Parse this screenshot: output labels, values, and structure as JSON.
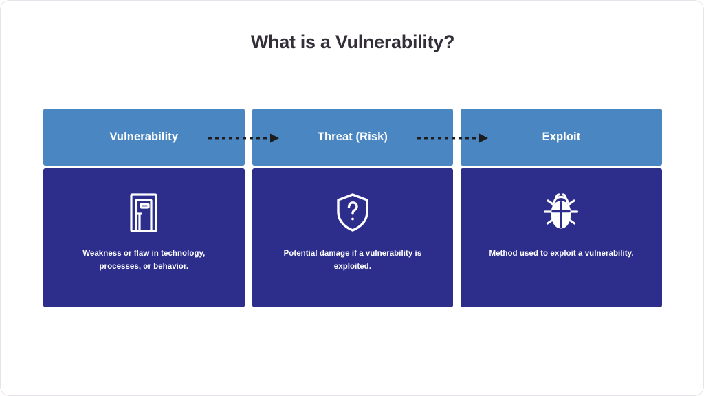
{
  "slide": {
    "title": "What is a Vulnerability?",
    "background_color": "#ffffff",
    "title_color": "#332e38",
    "header_color": "#4a87c2",
    "body_color": "#2d2e8c",
    "arrow_color": "#1d1d1f"
  },
  "columns": [
    {
      "header_label": "Vulnerability",
      "icon_name": "door-icon",
      "description": "Weakness or flaw in technology, processes, or behavior."
    },
    {
      "header_label": "Threat (Risk)",
      "icon_name": "shield-question-icon",
      "description": "Potential damage if a vulnerability is exploited."
    },
    {
      "header_label": "Exploit",
      "icon_name": "bug-icon",
      "description": "Method used to exploit a vulnerability."
    }
  ],
  "connectors": [
    {
      "name": "arrow-vulnerability-to-threat",
      "style": "dashed-arrow-right"
    },
    {
      "name": "arrow-threat-to-exploit",
      "style": "dashed-arrow-right"
    }
  ]
}
